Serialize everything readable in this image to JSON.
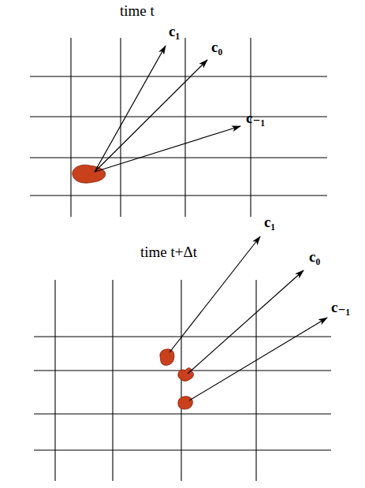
{
  "diagram": {
    "labels": [
      "time t",
      "c₁",
      "c₀",
      "c₋₁",
      "time t+Δt",
      "c₁",
      "c₀",
      "c₋₁"
    ]
  }
}
